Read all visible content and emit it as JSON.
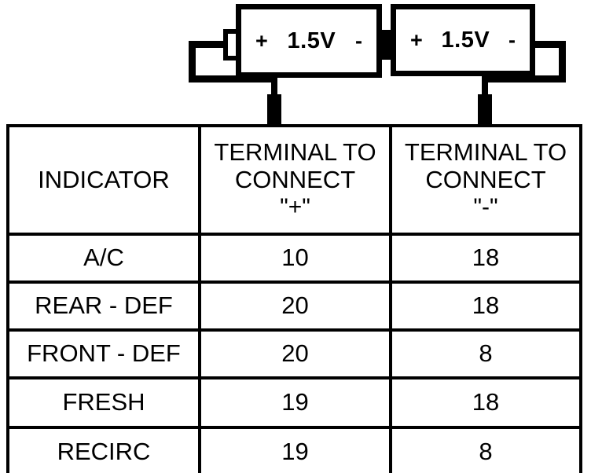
{
  "diagram": {
    "name": "two-cell-series-battery-probe-diagram",
    "battery_left": {
      "plus_label": "+",
      "voltage_label": "1.5V",
      "minus_label": "-"
    },
    "battery_right": {
      "plus_label": "+",
      "voltage_label": "1.5V",
      "minus_label": "-"
    },
    "probe_left_name": "positive-probe-tip",
    "probe_right_name": "negative-probe-tip"
  },
  "table": {
    "columns": [
      {
        "line1": "INDICATOR",
        "line2": "",
        "sign": ""
      },
      {
        "line1": "TERMINAL TO",
        "line2": "CONNECT",
        "sign": "\"+\""
      },
      {
        "line1": "TERMINAL TO",
        "line2": "CONNECT",
        "sign": "\"-\""
      }
    ],
    "rows": [
      {
        "indicator": "A/C",
        "plus": "10",
        "minus": "18"
      },
      {
        "indicator": "REAR - DEF",
        "plus": "20",
        "minus": "18"
      },
      {
        "indicator": "FRONT - DEF",
        "plus": "20",
        "minus": "8"
      },
      {
        "indicator": "FRESH",
        "plus": "19",
        "minus": "18"
      },
      {
        "indicator": "RECIRC",
        "plus": "19",
        "minus": "8"
      }
    ]
  },
  "colors": {
    "ink": "#000000",
    "paper": "#ffffff"
  }
}
